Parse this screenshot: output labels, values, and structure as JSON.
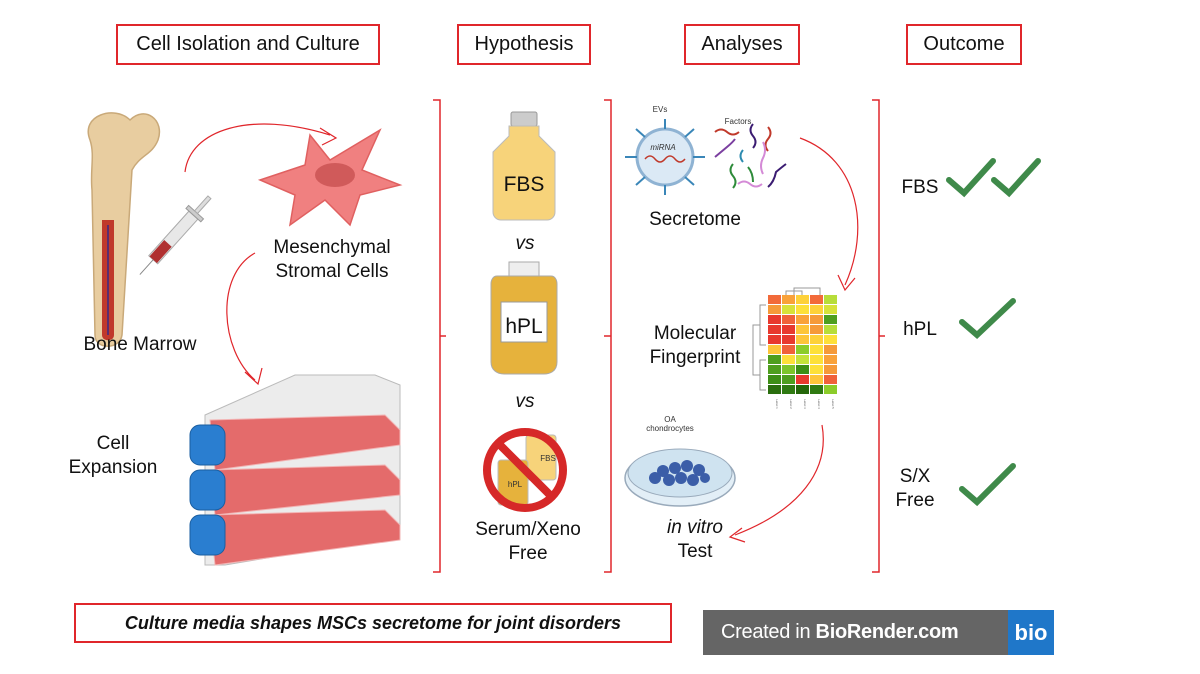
{
  "headers": {
    "col1": "Cell Isolation and Culture",
    "col2": "Hypothesis",
    "col3": "Analyses",
    "col4": "Outcome"
  },
  "isolation": {
    "bone_marrow": "Bone Marrow",
    "msc_line1": "Mesenchymal",
    "msc_line2": "Stromal Cells",
    "expansion_line1": "Cell",
    "expansion_line2": "Expansion"
  },
  "hypothesis": {
    "fbs_bottle_label": "FBS",
    "vs1": "vs",
    "hpl_bag_label": "hPL",
    "vs2": "vs",
    "mini_fbs": "FBS",
    "mini_hpl": "hPL",
    "free_line1": "Serum/Xeno",
    "free_line2": "Free"
  },
  "analyses": {
    "evs_label": "EVs",
    "mirna_label": "miRNA",
    "factors_label": "Factors",
    "secretome": "Secretome",
    "fingerprint_line1": "Molecular",
    "fingerprint_line2": "Fingerprint",
    "heatmap_columns": [
      "Label 1",
      "Label 2",
      "Label 3",
      "Label 4",
      "Label 5"
    ],
    "heatmap_colors": [
      [
        "#f26a3a",
        "#f9a23a",
        "#fdd13a",
        "#f26a3a",
        "#b7dd3a"
      ],
      [
        "#f59a3a",
        "#d7e23a",
        "#fde03a",
        "#fdd13a",
        "#d7e23a"
      ],
      [
        "#e8392e",
        "#f0623a",
        "#f9a23a",
        "#f59a3a",
        "#4e9e1e"
      ],
      [
        "#e8392e",
        "#e8392e",
        "#fdc53a",
        "#f59a3a",
        "#b7dd3a"
      ],
      [
        "#e8392e",
        "#e8392e",
        "#fdc53a",
        "#fdd13a",
        "#fde03a"
      ],
      [
        "#fdc53a",
        "#f0623a",
        "#8ccc2a",
        "#fde03a",
        "#f59a3a"
      ],
      [
        "#4e9e1e",
        "#fde03a",
        "#c4e23a",
        "#fde03a",
        "#f9a23a"
      ],
      [
        "#4e9e1e",
        "#7cc42a",
        "#3d8e16",
        "#fde03a",
        "#f59a3a"
      ],
      [
        "#3d8e16",
        "#4e9e1e",
        "#e8392e",
        "#fdc53a",
        "#f0623a"
      ],
      [
        "#2a6e0e",
        "#2f7a12",
        "#24660a",
        "#2f7a12",
        "#8ccc2a"
      ]
    ],
    "oa_line1": "OA",
    "oa_line2": "chondrocytes",
    "invitro_line1": "in vitro",
    "invitro_line2": "Test"
  },
  "outcome": {
    "rows": [
      {
        "label_line1": "FBS",
        "label_line2": "",
        "checks": 2
      },
      {
        "label_line1": "hPL",
        "label_line2": "",
        "checks": 1
      },
      {
        "label_line1": "S/X",
        "label_line2": "Free",
        "checks": 1
      }
    ]
  },
  "colors": {
    "accent_red": "#e0262b",
    "check_green": "#3f8a4a",
    "brand_gray": "#656565",
    "brand_blue": "#1f77c9"
  },
  "footer": {
    "title": "Culture media shapes MSCs secretome for joint disorders",
    "created_in": "Created in ",
    "brand_name": "BioRender.com",
    "brand_logo": "bio"
  }
}
